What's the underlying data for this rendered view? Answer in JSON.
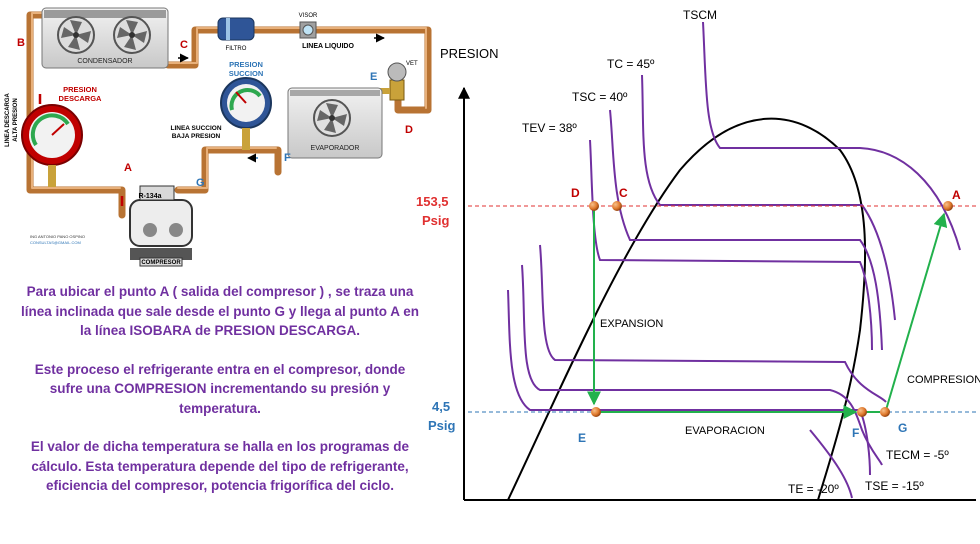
{
  "installation": {
    "labels": {
      "condensador": "CONDENSADOR",
      "filtro": "FILTRO",
      "visor": "VISOR",
      "linea_liquido": "LINEA LIQUIDO",
      "vet": "VET",
      "evaporador": "EVAPORADOR",
      "compresor": "COMPRESOR",
      "refrigerant": "R-134a",
      "presion_succion": [
        "PRESION",
        "SUCCION"
      ],
      "presion_descarga": [
        "PRESION",
        "DESCARGA"
      ],
      "linea_succion": [
        "LINEA SUCCION",
        "BAJA PRESION"
      ],
      "linea_descarga": "LINEA DESCARGA",
      "alta_presion": "ALTA PRESION",
      "credit": [
        "ING ANTONIO PANO OSPINO",
        "CONSULTAS@GMAIL.COM"
      ]
    },
    "points": {
      "A": "A",
      "B": "B",
      "C": "C",
      "D": "D",
      "E": "E",
      "F": "F",
      "G": "G"
    },
    "colors": {
      "red_points": "#C00000",
      "blue_points": "#2E75B6",
      "pipe": "#B87333"
    }
  },
  "explanation": [
    "Para ubicar el punto A ( salida del compresor ) , se traza una línea inclinada que sale desde el punto G y llega al punto A en la línea ISOBARA de PRESION DESCARGA.",
    "Este proceso el refrigerante entra en el compresor, donde sufre una COMPRESION incrementando su presión y temperatura.",
    "El valor de dicha temperatura se halla en los programas de cálculo. Esta temperatura depende del tipo de refrigerante, eficiencia del compresor, potencia frigorífica del ciclo."
  ],
  "diagram": {
    "axis_label": "PRESION",
    "high_pressure": [
      "153,5",
      "Psig"
    ],
    "low_pressure": [
      "4,5",
      "Psig"
    ],
    "isotherm_labels": {
      "tscm": "TSCM",
      "tc": "TC = 45º",
      "tsc": "TSC = 40º",
      "tev": "TEV = 38º",
      "tecm": "TECM = -5º",
      "tse": "TSE = -15º",
      "te": "TE = -20º"
    },
    "process_labels": {
      "expansion": "EXPANSION",
      "evaporacion": "EVAPORACION",
      "compresion": "COMPRESION"
    },
    "points": {
      "A": "A",
      "C": "C",
      "D": "D",
      "E": "E",
      "F": "F",
      "G": "G"
    },
    "colors": {
      "high": "#E03030",
      "low": "#2E75B6",
      "isotherm": "#7030A0",
      "process": "#22B14C",
      "dome": "#000000",
      "point_fill": "#E07A2E"
    }
  }
}
